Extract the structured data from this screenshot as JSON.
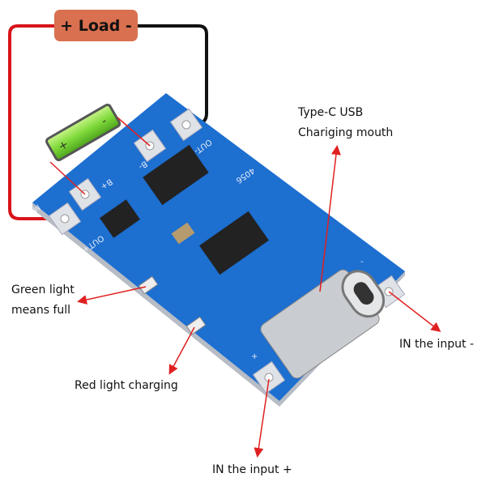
{
  "load_label": "+ Load -",
  "callouts": {
    "usb_line1": "Type-C USB",
    "usb_line2": "Chariging mouth",
    "green_line1": "Green light",
    "green_line2": "means full",
    "red_light": "Red light charging",
    "in_minus": "IN the input -",
    "in_plus": "IN the input +"
  },
  "board_silkscreen": {
    "out_minus": "OUT-",
    "b_minus": "B-",
    "b_plus": "B+",
    "m": "M",
    "out_plus": "OUT+",
    "model": "4056",
    "minus": "-",
    "plus": "+"
  },
  "colors": {
    "board": "#1d6fd0",
    "wire_positive": "#e01010",
    "wire_negative": "#111111",
    "arrow": "#e02020",
    "load_box": "#d9704f",
    "battery": "#7fd93a"
  }
}
